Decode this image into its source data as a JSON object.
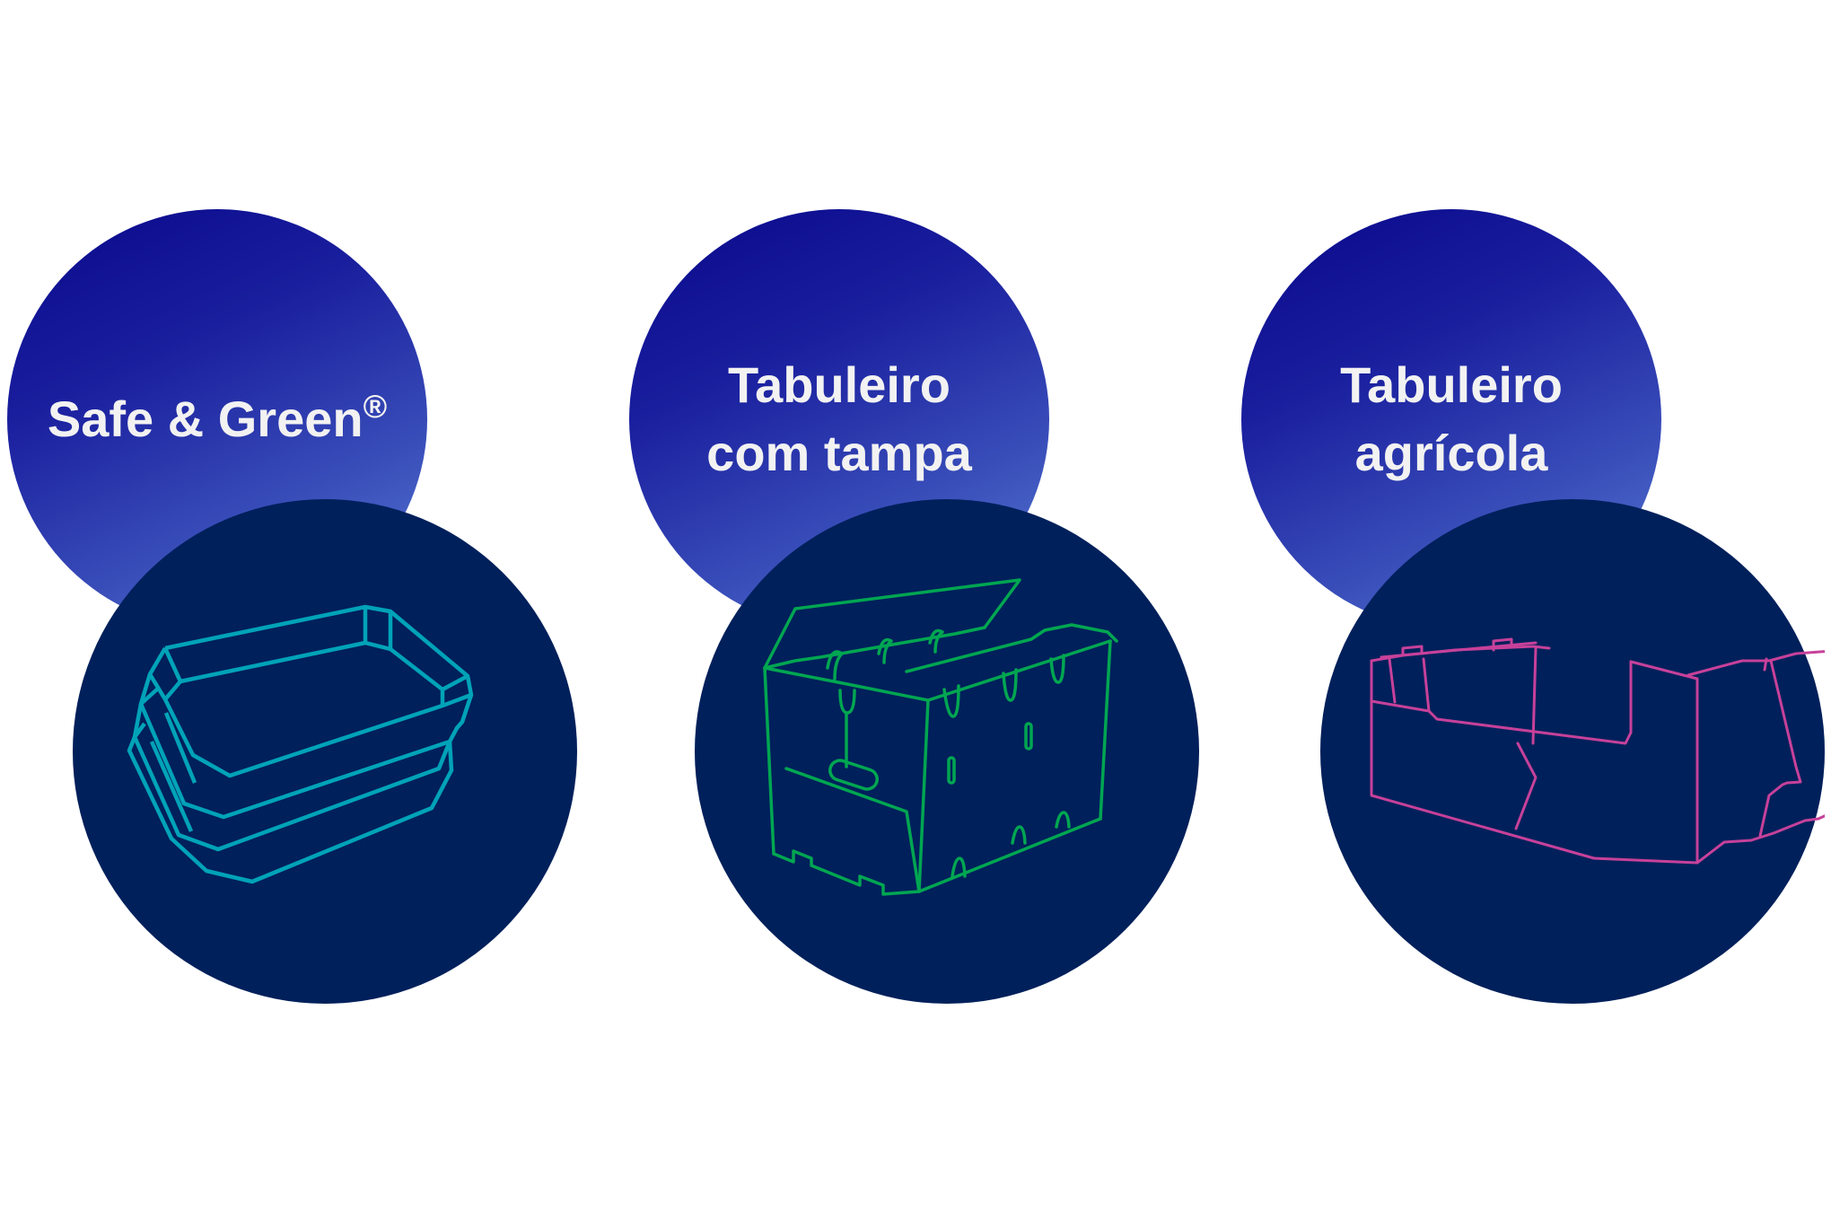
{
  "products": [
    {
      "name": "Safe & Green",
      "trademark": "®",
      "icon": "stacked-trays-icon",
      "icon_color": "#00a3b8"
    },
    {
      "name": "Tabuleiro\ncom tampa",
      "trademark": "",
      "icon": "lidded-box-icon",
      "icon_color": "#00a651"
    },
    {
      "name": "Tabuleiro\nagrícola",
      "trademark": "",
      "icon": "agricultural-tray-icon",
      "icon_color": "#c7419a"
    }
  ],
  "colors": {
    "label_gradient_start": "#08088a",
    "label_gradient_end": "#5a80d8",
    "icon_circle_bg": "#00205b",
    "label_text": "#f2f2f2"
  }
}
